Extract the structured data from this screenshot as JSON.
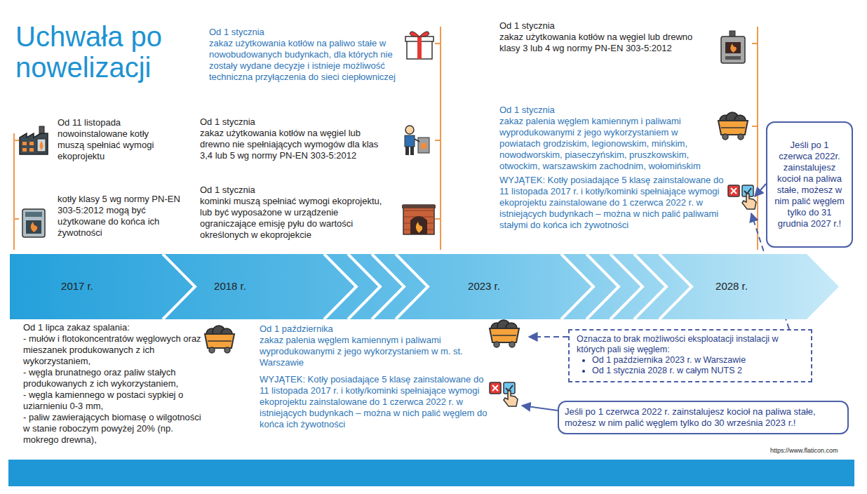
{
  "diagram": {
    "title": "Uchwała po nowelizacji",
    "nodes": [
      {
        "text": [
          "Jeśli po 1 czerwca 2022r. zainstalujesz kocioł na paliwa stałe, możesz w nim palić węglem tylko do 31 grudnia 2027 r.!"
        ]
      },
      {
        "text": [
          "Oznacza to brak możliwości eksploatacji instalacji w których pali się węglem:",
          "Od 1 października 2023 r. w Warszawie",
          "Od 1 stycznia 2028 r. w całym NUTS 2"
        ]
      },
      {
        "text": [
          "Jeśli po 1 czerwca 2022 r. zainstalujesz kocioł na paliwa stałe, możesz w nim palić węglem tylko do 30 września 2023 r.!"
        ]
      }
    ],
    "labels": [
      "Od 11 listopada nowoinstalowane kotły muszą spełniać wymogi ekoprojektu",
      "kotły klasy 5 wg normy PN-EN 303-5:2012 mogą być użytkowane do końca ich żywotności",
      "Od 1 stycznia",
      "zakaz użytkowania kotłów na paliwo stałe w nowobudowanych budynkach, dla których nie zostały wydane decyzje i istnieje możliwość techniczna przyłączenia do sieci ciepłowniczej",
      "Od 1 stycznia",
      "zakaz użytkowania kotłów na węgiel lub drewno nie spełniających wymogów dla klas 3,4 lub 5 wg normy PN-EN 303-5:2012",
      "Od 1 stycznia",
      "kominki muszą spełniać wymogi ekoprojektu, lub być wyposażone w urządzenie ograniczające emisję pyłu do wartości określonych w ekoprojekcie",
      "Od 1 stycznia",
      "zakaz użytkowania kotłów na węgiel lub drewno klasy 3 lub 4 wg normy PN-EN 303-5:2012",
      "Od 1 stycznia",
      "zakaz palenia węglem kamiennym i paliwami wyprodukowanymi z jego wykorzystaniem w powiatach grodziskim, legionowskim, mińskim, nowodworskim, piaseczyńskim, pruszkowskim, otwockim, warszawskim zachodnim, wołomińskim",
      "WYJĄTEK: Kotły posiadające 5 klasę zainstalowane do 11 listopada 2017 r. i kotły/kominki spełniające wymogi ekoprojektu zainstalowane do 1 czerwca 2022 r. w istniejących budynkach – można w nich palić paliwami stałymi do końca ich żywotności",
      "2017 r.",
      "2018 r.",
      "2023 r.",
      "2028 r.",
      "Od 1 lipca zakaz spalania:",
      "- mułów i flotokoncentratów węglowych oraz mieszanek produkowanych z ich wykorzystaniem,",
      "- węgla brunatnego oraz paliw stałych produkowanych z ich wykorzystaniem,",
      "- węgla kamiennego w postaci sypkiej o uziarnieniu 0-3 mm,",
      "- paliw zawierających biomasę o wilgotności w stanie roboczym powyżej 20% (np. mokrego drewna),",
      "Od 1 października",
      "zakaz palenia węglem kamiennym i paliwami wyprodukowanymi z jego wykorzystaniem w m. st. Warszawie",
      "WYJĄTEK: Kotły posiadające 5 klasę zainstalowane do 11 listopada 2017 r. i kotły/kominki spełniające wymogi ekoprojektu zainstalowane do 1 czerwca 2022 r. w istniejących budynkach – można w nich palić węglem do końca ich żywotności",
      "https://www.flaticon.com"
    ]
  }
}
